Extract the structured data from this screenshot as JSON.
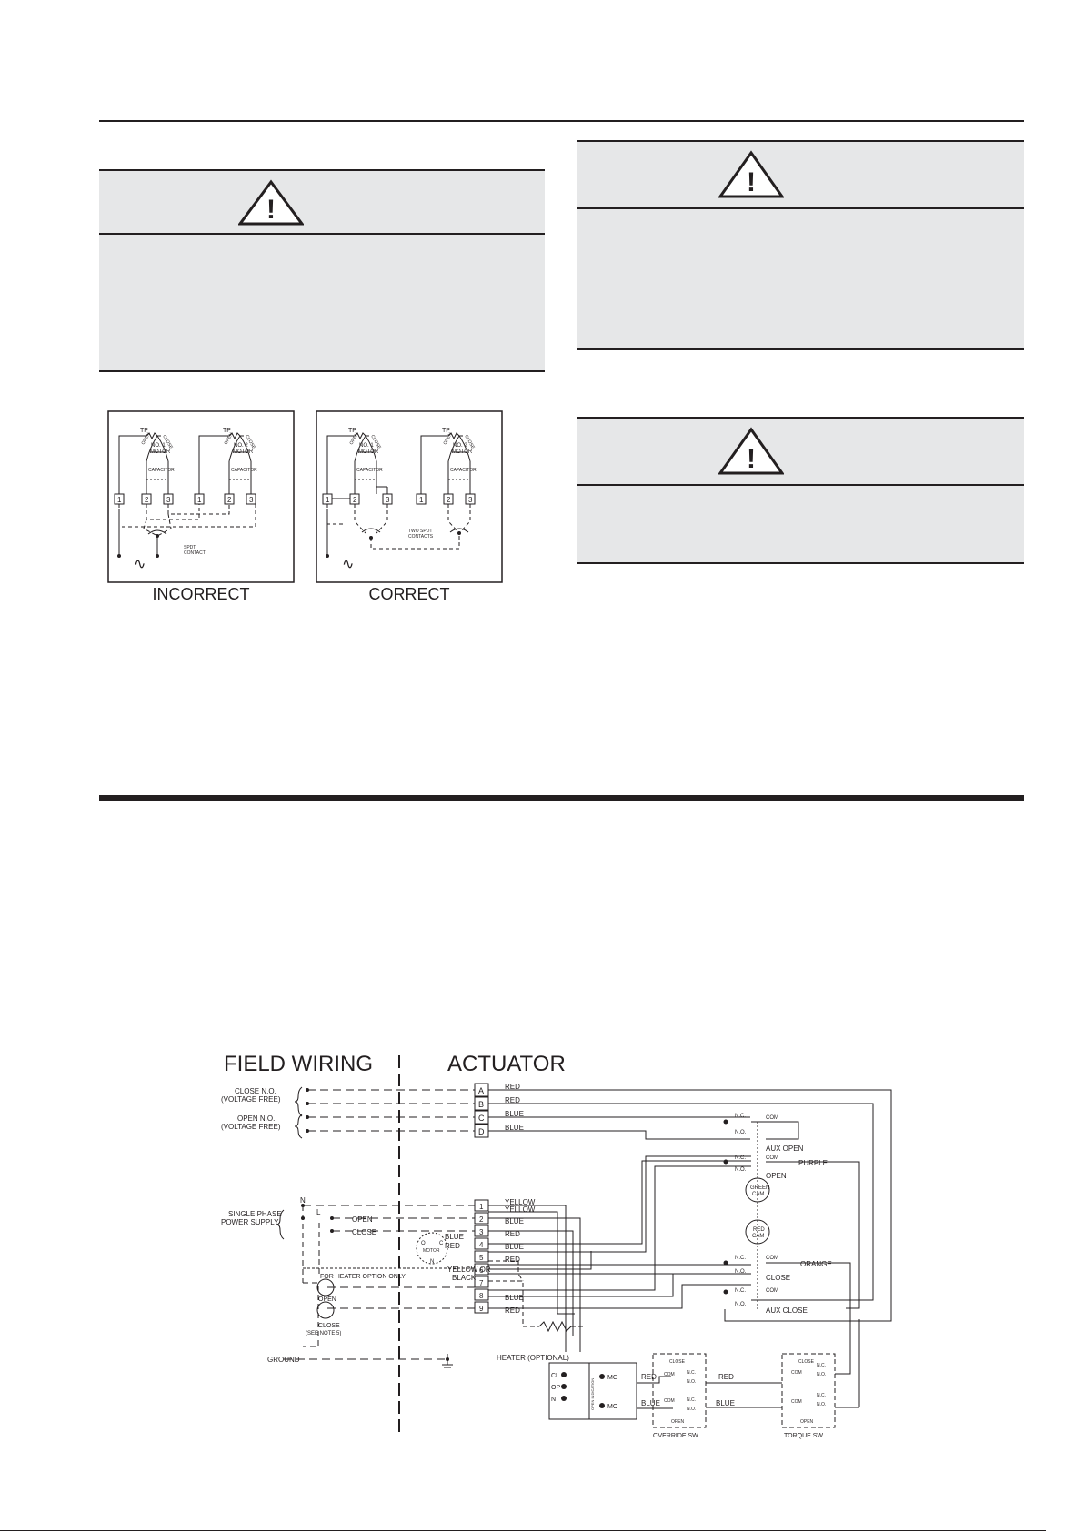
{
  "warning_symbol": "!",
  "motor_diagrams": {
    "incorrect": {
      "caption": "INCORRECT",
      "contact_label_1": "SPDT",
      "contact_label_2": "CONTACT"
    },
    "correct": {
      "caption": "CORRECT",
      "contact_label_1": "TWO SPDT",
      "contact_label_2": "CONTACTS"
    },
    "motor1": {
      "tp": "TP",
      "open": "OPEN",
      "close": "CLOSE",
      "name_1": "NO. 1",
      "name_2": "MOTOR",
      "capacitor": "CAPACITOR"
    },
    "motor2": {
      "tp": "TP",
      "open": "OPEN",
      "close": "CLOSE",
      "name_1": "NO. 2",
      "name_2": "MOTOR",
      "capacitor": "CAPACITOR"
    },
    "terminals": [
      "1",
      "2",
      "3",
      "1",
      "2",
      "3"
    ],
    "ac_symbol": "∿"
  },
  "wiring": {
    "field_title": "FIELD WIRING",
    "actuator_title": "ACTUATOR",
    "close_no_1": "CLOSE N.O.",
    "close_no_2": "(VOLTAGE FREE)",
    "open_no_1": "OPEN N.O.",
    "open_no_2": "(VOLTAGE FREE)",
    "single_phase_1": "SINGLE PHASE",
    "single_phase_2": "POWER SUPPLY",
    "n_label": "N",
    "l_label": "L",
    "open_label": "OPEN",
    "close_label": "CLOSE",
    "heater_option": "FOR HEATER OPTION ONLY",
    "open_button": "OPEN",
    "close_button": "CLOSE",
    "see_note": "(SEE NOTE 5)",
    "ground": "GROUND",
    "heater": "HEATER (OPTIONAL)",
    "terminals_letters": [
      "A",
      "B",
      "C",
      "D"
    ],
    "terminal_letter_wires": [
      "RED",
      "RED",
      "BLUE",
      "BLUE"
    ],
    "terminals_numbers": [
      "1",
      "2",
      "3",
      "4",
      "5",
      "6",
      "7",
      "8",
      "9"
    ],
    "terminal_number_wires": [
      "YELLOW",
      "YELLOW",
      "BLUE",
      "RED",
      "BLUE",
      "RED",
      "",
      "",
      "BLUE",
      "RED"
    ],
    "motor_wires": {
      "blue": "BLUE",
      "red": "RED",
      "yellow": "YELLOW OR",
      "black": "BLACK",
      "o": "O",
      "c": "C",
      "n": "N",
      "motor": "MOTOR"
    },
    "switch_nc": "N.C.",
    "switch_no": "N.O.",
    "switch_com": "COM",
    "aux_open": "AUX OPEN",
    "open_sw": "OPEN",
    "close_sw": "CLOSE",
    "aux_close": "AUX CLOSE",
    "purple": "PURPLE",
    "orange": "ORANGE",
    "green_cam_1": "GREEN",
    "green_cam_2": "CAM",
    "red_cam_1": "RED",
    "red_cam_2": "CAM",
    "board": {
      "cl": "CL",
      "op": "OP",
      "n": "N",
      "mc": "MC",
      "mo": "MO",
      "side": "OPEN INDICATION"
    },
    "board_red": "RED",
    "board_blue": "BLUE",
    "override_red": "RED",
    "override_blue": "BLUE",
    "override_sw": "OVERRIDE SW",
    "torque_sw": "TORQUE SW",
    "sw_close": "CLOSE",
    "sw_open": "OPEN"
  }
}
